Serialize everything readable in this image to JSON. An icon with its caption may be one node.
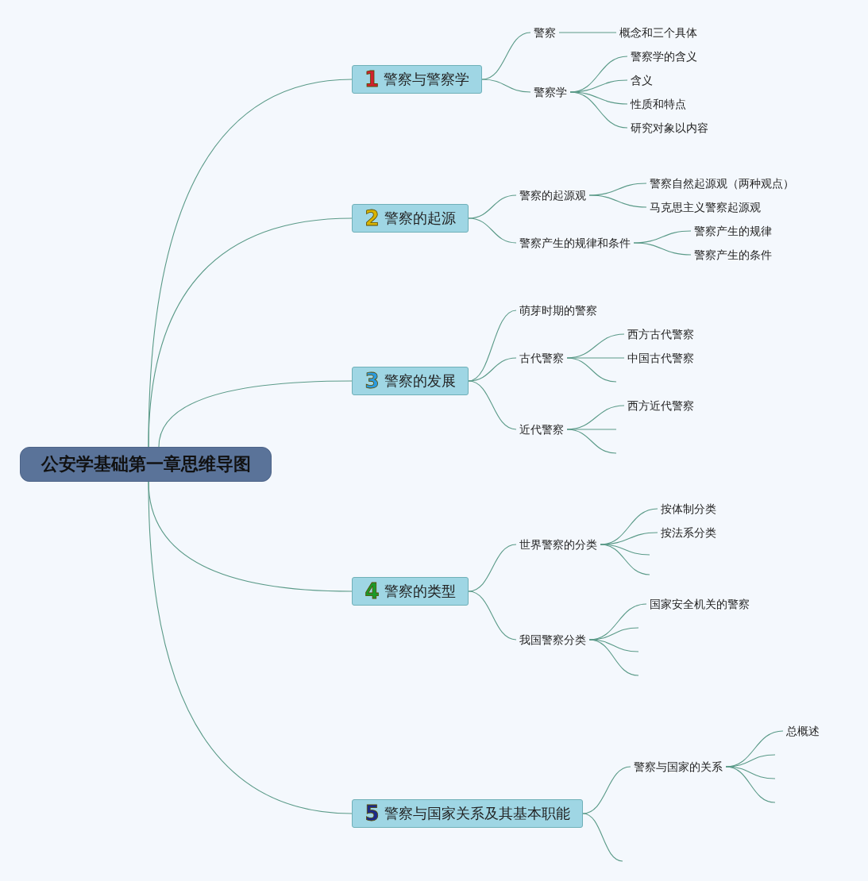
{
  "diagram": {
    "nodes": [
      {
        "text": [
          "公安学基础第一章思维导图"
        ]
      },
      {
        "text": [
          "1",
          "警察与警察学"
        ]
      },
      {
        "text": [
          "警察"
        ]
      },
      {
        "text": [
          "概念和三个具体"
        ]
      },
      {
        "text": [
          "警察学"
        ]
      },
      {
        "text": [
          "警察学的含义"
        ]
      },
      {
        "text": [
          "含义"
        ]
      },
      {
        "text": [
          "性质和特点"
        ]
      },
      {
        "text": [
          "研究对象以内容"
        ]
      },
      {
        "text": [
          "2",
          "警察的起源"
        ]
      },
      {
        "text": [
          "警察的起源观"
        ]
      },
      {
        "text": [
          "警察自然起源观（两种观点）"
        ]
      },
      {
        "text": [
          "马克思主义警察起源观"
        ]
      },
      {
        "text": [
          "警察产生的规律和条件"
        ]
      },
      {
        "text": [
          "警察产生的规律"
        ]
      },
      {
        "text": [
          "警察产生的条件"
        ]
      },
      {
        "text": [
          "3",
          "警察的发展"
        ]
      },
      {
        "text": [
          "萌芽时期的警察"
        ]
      },
      {
        "text": [
          "古代警察"
        ]
      },
      {
        "text": [
          "西方古代警察"
        ]
      },
      {
        "text": [
          "中国古代警察"
        ]
      },
      {
        "text": [
          "近代警察"
        ]
      },
      {
        "text": [
          "西方近代警察"
        ]
      },
      {
        "text": [
          "4",
          "警察的类型"
        ]
      },
      {
        "text": [
          "世界警察的分类"
        ]
      },
      {
        "text": [
          "按体制分类"
        ]
      },
      {
        "text": [
          "按法系分类"
        ]
      },
      {
        "text": [
          "我国警察分类"
        ]
      },
      {
        "text": [
          "国家安全机关的警察"
        ]
      },
      {
        "text": [
          "5",
          "警察与国家关系及其基本职能"
        ]
      },
      {
        "text": [
          "警察与国家的关系"
        ]
      },
      {
        "text": [
          "总概述"
        ]
      }
    ],
    "edges": [
      {
        "from": 0,
        "to": 1,
        "arrow": "none"
      },
      {
        "from": 0,
        "to": 9,
        "arrow": "none"
      },
      {
        "from": 0,
        "to": 16,
        "arrow": "none"
      },
      {
        "from": 0,
        "to": 23,
        "arrow": "none"
      },
      {
        "from": 0,
        "to": 29,
        "arrow": "none"
      },
      {
        "from": 1,
        "to": 2,
        "arrow": "none"
      },
      {
        "from": 2,
        "to": 3,
        "arrow": "none"
      },
      {
        "from": 1,
        "to": 4,
        "arrow": "none"
      },
      {
        "from": 4,
        "to": 5,
        "arrow": "none"
      },
      {
        "from": 4,
        "to": 6,
        "arrow": "none"
      },
      {
        "from": 4,
        "to": 7,
        "arrow": "none"
      },
      {
        "from": 4,
        "to": 8,
        "arrow": "none"
      },
      {
        "from": 9,
        "to": 10,
        "arrow": "none"
      },
      {
        "from": 10,
        "to": 11,
        "arrow": "none"
      },
      {
        "from": 10,
        "to": 12,
        "arrow": "none"
      },
      {
        "from": 9,
        "to": 13,
        "arrow": "none"
      },
      {
        "from": 13,
        "to": 14,
        "arrow": "none"
      },
      {
        "from": 13,
        "to": 15,
        "arrow": "none"
      },
      {
        "from": 16,
        "to": 17,
        "arrow": "none"
      },
      {
        "from": 16,
        "to": 18,
        "arrow": "none"
      },
      {
        "from": 18,
        "to": 19,
        "arrow": "none"
      },
      {
        "from": 18,
        "to": 20,
        "arrow": "none"
      },
      {
        "from": 18,
        "to": null,
        "arrow": "none"
      },
      {
        "from": 16,
        "to": 21,
        "arrow": "none"
      },
      {
        "from": 21,
        "to": 22,
        "arrow": "none"
      },
      {
        "from": 21,
        "to": null,
        "arrow": "none"
      },
      {
        "from": 21,
        "to": null,
        "arrow": "none"
      },
      {
        "from": 23,
        "to": 24,
        "arrow": "none"
      },
      {
        "from": 24,
        "to": 25,
        "arrow": "none"
      },
      {
        "from": 24,
        "to": 26,
        "arrow": "none"
      },
      {
        "from": 24,
        "to": null,
        "arrow": "none"
      },
      {
        "from": 24,
        "to": null,
        "arrow": "none"
      },
      {
        "from": 23,
        "to": 27,
        "arrow": "none"
      },
      {
        "from": 27,
        "to": 28,
        "arrow": "none"
      },
      {
        "from": 27,
        "to": null,
        "arrow": "none"
      },
      {
        "from": 27,
        "to": null,
        "arrow": "none"
      },
      {
        "from": 27,
        "to": null,
        "arrow": "none"
      },
      {
        "from": 29,
        "to": 30,
        "arrow": "none"
      },
      {
        "from": 30,
        "to": 31,
        "arrow": "none"
      },
      {
        "from": 30,
        "to": null,
        "arrow": "none"
      },
      {
        "from": 30,
        "to": null,
        "arrow": "none"
      },
      {
        "from": 30,
        "to": null,
        "arrow": "none"
      },
      {
        "from": 29,
        "to": null,
        "arrow": "none"
      }
    ]
  }
}
